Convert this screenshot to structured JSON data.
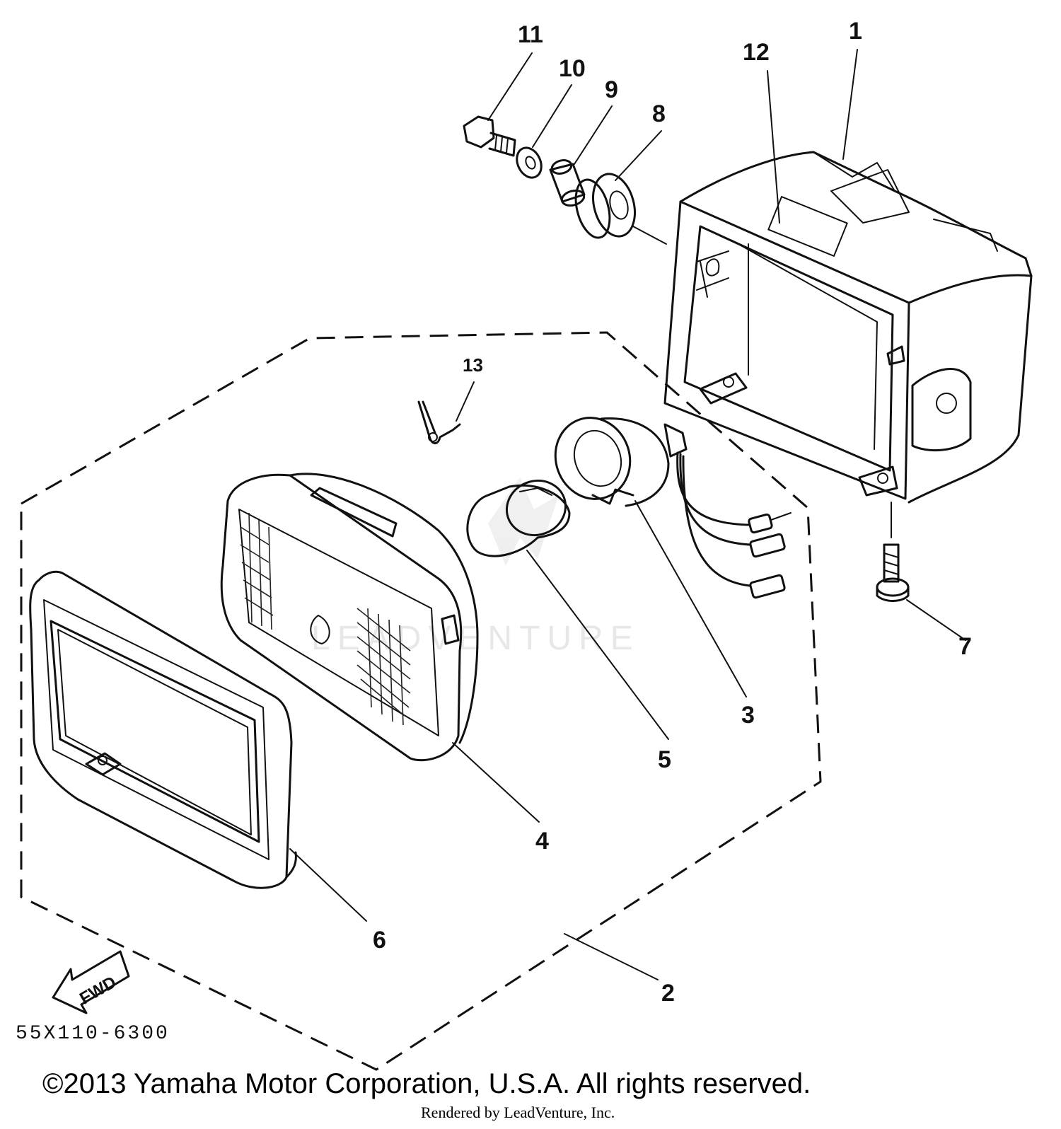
{
  "callouts": [
    "1",
    "2",
    "3",
    "4",
    "5",
    "6",
    "7",
    "8",
    "9",
    "10",
    "11",
    "12",
    "13"
  ],
  "fwd_label": "FWD",
  "diagram_code": "55X110-6300",
  "copyright": "©2013 Yamaha Motor Corporation, U.S.A. All rights reserved.",
  "rendered_by": "Rendered by LeadVenture, Inc.",
  "watermark_text": "LEADVENTURE"
}
